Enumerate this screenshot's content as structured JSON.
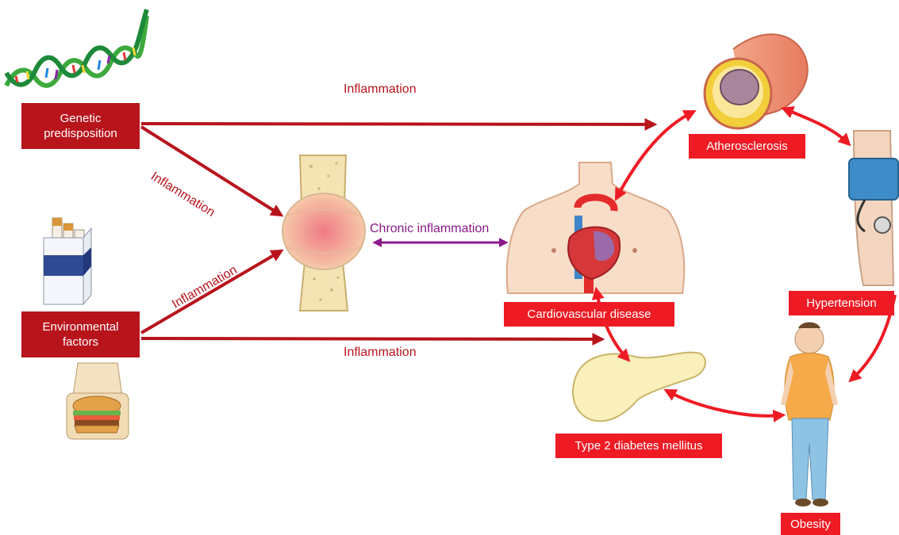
{
  "colors": {
    "genetic_env_box": "#b8141c",
    "disease_box": "#ee1b24",
    "pathway_arrow": "#b8141c",
    "cycle_arrow": "#ee1b24",
    "chronic_arrow": "#8b1a8b"
  },
  "icons": {
    "dna": "dna-helix-icon",
    "cigarettes": "cigarette-pack-icon",
    "fast_food": "burger-box-icon",
    "joint": "inflamed-joint-icon",
    "heart": "heart-torso-icon",
    "artery": "artery-plaque-icon",
    "bp_cuff": "blood-pressure-cuff-icon",
    "pancreas": "pancreas-icon",
    "person": "obese-person-icon"
  },
  "nodes": {
    "genetic": "Genetic\npredisposition",
    "environmental": "Environmental\nfactors",
    "cvd": "Cardiovascular disease",
    "atherosclerosis": "Atherosclerosis",
    "hypertension": "Hypertension",
    "diabetes": "Type 2 diabetes mellitus",
    "obesity": "Obesity"
  },
  "edge_labels": {
    "genetic_to_artery": "Inflammation",
    "genetic_to_joint": "Inflammation",
    "env_to_joint": "Inflammation",
    "env_to_heart": "Inflammation",
    "joint_heart": "Chronic inflammation"
  }
}
